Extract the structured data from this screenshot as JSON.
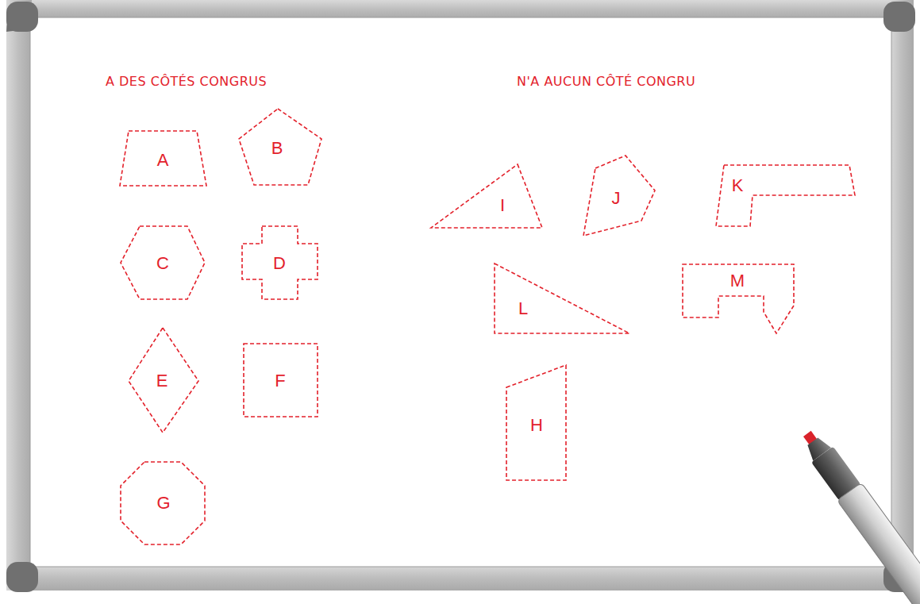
{
  "diagram": {
    "nodes": [
      {
        "text": [
          "A"
        ]
      },
      {
        "text": [
          "B"
        ]
      },
      {
        "text": [
          "C"
        ]
      },
      {
        "text": [
          "D"
        ]
      },
      {
        "text": [
          "E"
        ]
      },
      {
        "text": [
          "F"
        ]
      },
      {
        "text": [
          "G"
        ]
      },
      {
        "text": [
          "I"
        ]
      },
      {
        "text": [
          "J"
        ]
      },
      {
        "text": [
          "K"
        ]
      },
      {
        "text": [
          "L"
        ]
      },
      {
        "text": [
          "M"
        ]
      },
      {
        "text": [
          "H"
        ]
      }
    ],
    "labels": [
      "A DES CÔTÉS CONGRUS",
      "N'A AUCUN CÔTÉ CONGRU"
    ]
  }
}
